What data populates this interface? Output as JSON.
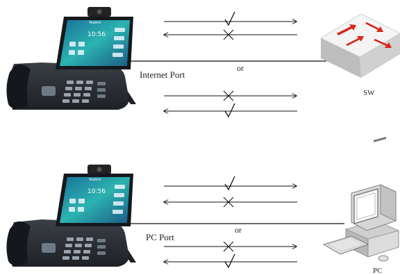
{
  "top_section": {
    "port_label": "Internet Port",
    "or_label": "or",
    "device_label": "SW",
    "device_icon": "network-switch-icon",
    "phone_icon": "ip-phone-icon",
    "phone_time": "10:56",
    "phone_brand": "Yealink",
    "arrow_marks": [
      "check",
      "cross",
      "cross",
      "check"
    ]
  },
  "bottom_section": {
    "port_label": "PC Port",
    "or_label": "or",
    "device_label": "PC",
    "device_icon": "desktop-computer-icon",
    "phone_icon": "ip-phone-icon",
    "phone_time": "10:56",
    "phone_brand": "Yealink",
    "arrow_marks": [
      "check",
      "cross",
      "cross",
      "check"
    ]
  },
  "colors": {
    "line": "#111111",
    "phone_body": "#2b2f35",
    "screen": "#1f8fa8",
    "switch_top": "#f2f2f2",
    "switch_arrow": "#d8261c"
  }
}
